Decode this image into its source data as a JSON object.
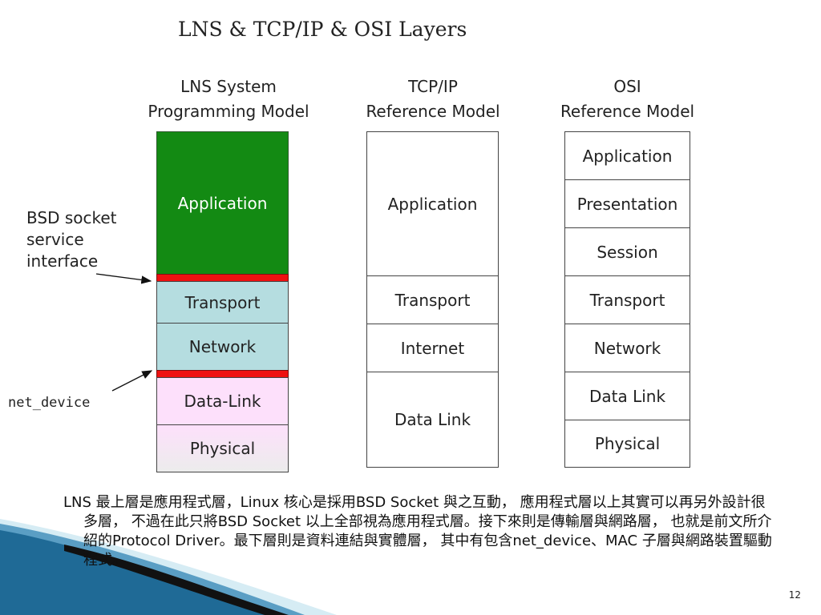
{
  "title": "LNS & TCP/IP & OSI Layers",
  "columns": [
    {
      "heading_line1": "LNS System",
      "heading_line2": "Programming Model",
      "layers": [
        "Application",
        "Transport",
        "Network",
        "Data-Link",
        "Physical"
      ]
    },
    {
      "heading_line1": "TCP/IP",
      "heading_line2": "Reference Model",
      "layers": [
        "Application",
        "Transport",
        "Internet",
        "Data Link"
      ]
    },
    {
      "heading_line1": "OSI",
      "heading_line2": "Reference Model",
      "layers": [
        "Application",
        "Presentation",
        "Session",
        "Transport",
        "Network",
        "Data Link",
        "Physical"
      ]
    }
  ],
  "annotations": {
    "bsd_line1": "BSD socket",
    "bsd_line2": "service",
    "bsd_line3": "interface",
    "net_device": "net_device"
  },
  "colors": {
    "lns_application": "#138a13",
    "lns_transport": "#b5dde0",
    "lns_network": "#b5dde0",
    "lns_datalink": "#fde0fb",
    "lns_physical": "#f0e8ee",
    "interface_bar": "#ee1111"
  },
  "body_text": "LNS 最上層是應用程式層，Linux 核心是採用BSD Socket 與之互動， 應用程式層以上其實可以再另外設計很多層， 不過在此只將BSD Socket 以上全部視為應用程式層。接下來則是傳輸層與網路層， 也就是前文所介紹的Protocol Driver。最下層則是資料連結與實體層， 其中有包含net_device、MAC 子層與網路裝置驅動程式。",
  "page_number": "12"
}
